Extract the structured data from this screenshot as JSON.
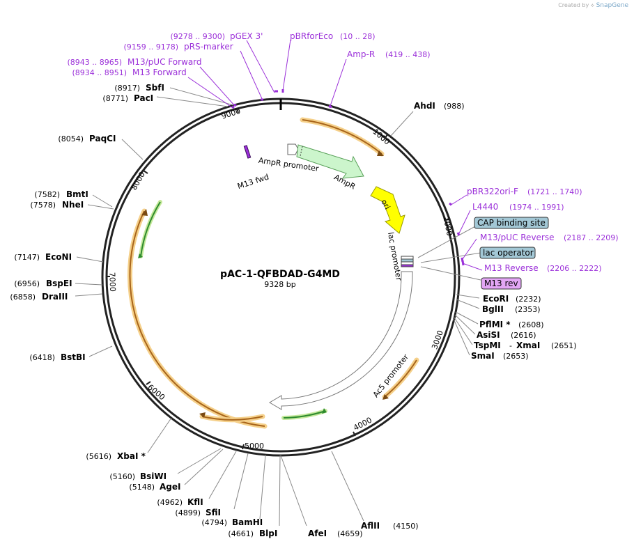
{
  "credit": {
    "prefix": "Created by",
    "brand": "SnapGene"
  },
  "plasmid": {
    "name": "pAC-1-QFBDAD-G4MD",
    "length_label": "9328 bp",
    "length_bp": 9328
  },
  "ticks": [
    "1000",
    "2000",
    "3000",
    "4000",
    "5000",
    "6000",
    "7000",
    "8000",
    "9000"
  ],
  "enzymes": [
    {
      "id": "ahdi",
      "name": "AhdI",
      "pos": "(988)"
    },
    {
      "id": "ecori",
      "name": "EcoRI",
      "pos": "(2232)"
    },
    {
      "id": "bglii",
      "name": "BglII",
      "pos": "(2353)"
    },
    {
      "id": "pflmi",
      "name": "PflMI *",
      "pos": "(2608)"
    },
    {
      "id": "asisi",
      "name": "AsiSI",
      "pos": "(2616)"
    },
    {
      "id": "tspmi",
      "name": "TspMI",
      "sep": "-",
      "name2": "XmaI",
      "pos": "(2651)"
    },
    {
      "id": "smai",
      "name": "SmaI",
      "pos": "(2653)"
    },
    {
      "id": "aflii",
      "name": "AflII",
      "pos": "(4150)"
    },
    {
      "id": "afei",
      "name": "AfeI",
      "pos": "(4659)"
    },
    {
      "id": "blpi",
      "name": "BlpI",
      "pos": "(4661)"
    },
    {
      "id": "bamhi",
      "name": "BamHI",
      "pos": "(4794)"
    },
    {
      "id": "sfii",
      "name": "SfiI",
      "pos": "(4899)"
    },
    {
      "id": "kfli",
      "name": "KflI",
      "pos": "(4962)"
    },
    {
      "id": "agei",
      "name": "AgeI",
      "pos": "(5148)"
    },
    {
      "id": "bsiwi",
      "name": "BsiWI",
      "pos": "(5160)"
    },
    {
      "id": "xbai",
      "name": "XbaI *",
      "pos": "(5616)"
    },
    {
      "id": "bstbi",
      "name": "BstBI",
      "pos": "(6418)"
    },
    {
      "id": "draiii",
      "name": "DraIII",
      "pos": "(6858)"
    },
    {
      "id": "bspei",
      "name": "BspEI",
      "pos": "(6956)"
    },
    {
      "id": "econi",
      "name": "EcoNI",
      "pos": "(7147)"
    },
    {
      "id": "nhei",
      "name": "NheI",
      "pos": "(7578)"
    },
    {
      "id": "bmti",
      "name": "BmtI",
      "pos": "(7582)"
    },
    {
      "id": "paqci",
      "name": "PaqCI",
      "pos": "(8054)"
    },
    {
      "id": "paci",
      "name": "PacI",
      "pos": "(8771)"
    },
    {
      "id": "sbfi",
      "name": "SbfI",
      "pos": "(8917)"
    }
  ],
  "primers": [
    {
      "id": "pgex3",
      "name": "pGEX 3'",
      "pos": "(9278 .. 9300)"
    },
    {
      "id": "pbrforeco",
      "name": "pBRforEco",
      "pos": "(10 .. 28)"
    },
    {
      "id": "prsmarker",
      "name": "pRS-marker",
      "pos": "(9159 .. 9178)"
    },
    {
      "id": "ampr",
      "name": "Amp-R",
      "pos": "(419 .. 438)"
    },
    {
      "id": "m13puc",
      "name": "M13/pUC Forward",
      "pos": "(8943 .. 8965)"
    },
    {
      "id": "m13fwd",
      "name": "M13 Forward",
      "pos": "(8934 .. 8951)"
    },
    {
      "id": "pbr322ori",
      "name": "pBR322ori-F",
      "pos": "(1721 .. 1740)"
    },
    {
      "id": "l4440",
      "name": "L4440",
      "pos": "(1974 .. 1991)"
    },
    {
      "id": "m13pucrev",
      "name": "M13/pUC Reverse",
      "pos": "(2187 .. 2209)"
    },
    {
      "id": "m13reverse",
      "name": "M13 Reverse",
      "pos": "(2206 .. 2222)"
    }
  ],
  "boxed_features": [
    {
      "id": "cap",
      "label": "CAP binding site",
      "color": "#a3c8d6"
    },
    {
      "id": "lacop",
      "label": "lac operator",
      "color": "#a3c8d6"
    },
    {
      "id": "m13rev",
      "label": "M13 rev",
      "color": "#e3a6f5"
    }
  ],
  "inner_features": {
    "m13fwd": "M13 fwd",
    "ampr_promoter": "AmpR promoter",
    "ampr": "AmpR",
    "ori": "ori",
    "lac_promoter": "lac promoter",
    "ac5_promoter": "Ac5 promoter"
  },
  "colors": {
    "primer": "#9b30d9",
    "ampr_fill": "#ccf5cc",
    "ori_fill": "#ffff00",
    "orf_orange": "#d4a04a",
    "orf_green": "#2e8b2e"
  }
}
